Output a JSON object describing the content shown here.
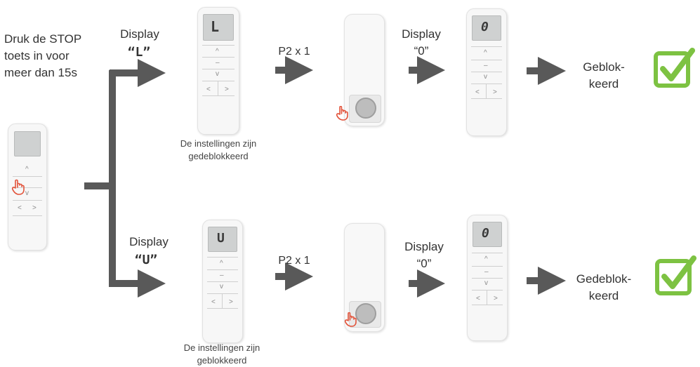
{
  "intro_text": [
    "Druk de STOP",
    "toets in voor",
    "meer dan 15s"
  ],
  "branches": [
    {
      "display_label": "Display",
      "display_code": "“L”",
      "remote_screen": "L",
      "caption": [
        "De instellingen zijn",
        "gedeblokkeerd"
      ],
      "p2_label": "P2 x 1",
      "result_label": "Display",
      "result_code": "“0”",
      "result_screen": "0",
      "final_text": [
        "Geblok-",
        "keerd"
      ]
    },
    {
      "display_label": "Display",
      "display_code": "“U”",
      "remote_screen": "U",
      "caption": [
        "De instellingen zijn",
        "geblokkeerd"
      ],
      "p2_label": "P2 x 1",
      "result_label": "Display",
      "result_code": "“0”",
      "result_screen": "0",
      "final_text": [
        "Gedeblok-",
        "keerd"
      ]
    }
  ],
  "colors": {
    "arrow": "#595959",
    "check": "#7dc242",
    "hand": "#e2533a"
  },
  "icons": [
    "hand-pointer-icon",
    "check-icon",
    "arrow-right-icon"
  ]
}
